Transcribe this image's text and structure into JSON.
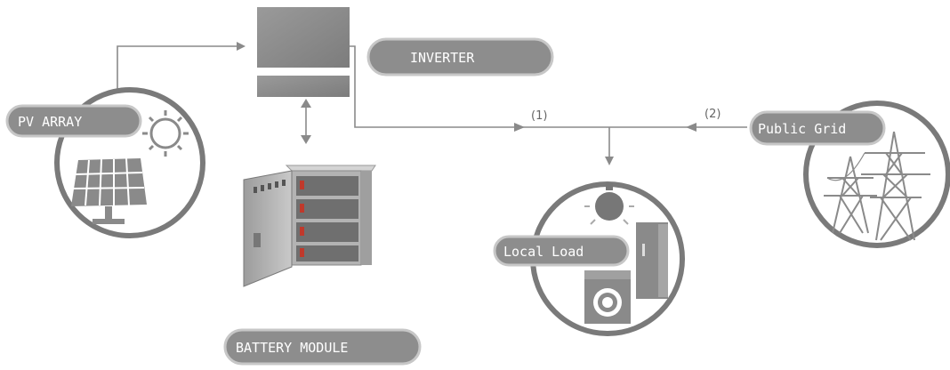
{
  "labels": {
    "inverter": "INVERTER",
    "pv_array": "PV ARRAY",
    "public_grid": "Public Grid",
    "local_load": "Local Load",
    "battery_module": "BATTERY MODULE"
  },
  "flow_markers": {
    "marker_1": "(1)",
    "marker_2": "(2)"
  },
  "colors": {
    "pill_fill": "#8d8d8d",
    "pill_border": "#c7c7c7",
    "line": "#8a8a8a",
    "circle_stroke": "#7a7a7a",
    "inverter_fill": "#8f8f8f"
  },
  "icons": [
    "sun-icon",
    "solar-panel-icon",
    "battery-cabinet-icon",
    "light-bulb-icon",
    "refrigerator-icon",
    "washing-machine-icon",
    "power-tower-icon"
  ]
}
